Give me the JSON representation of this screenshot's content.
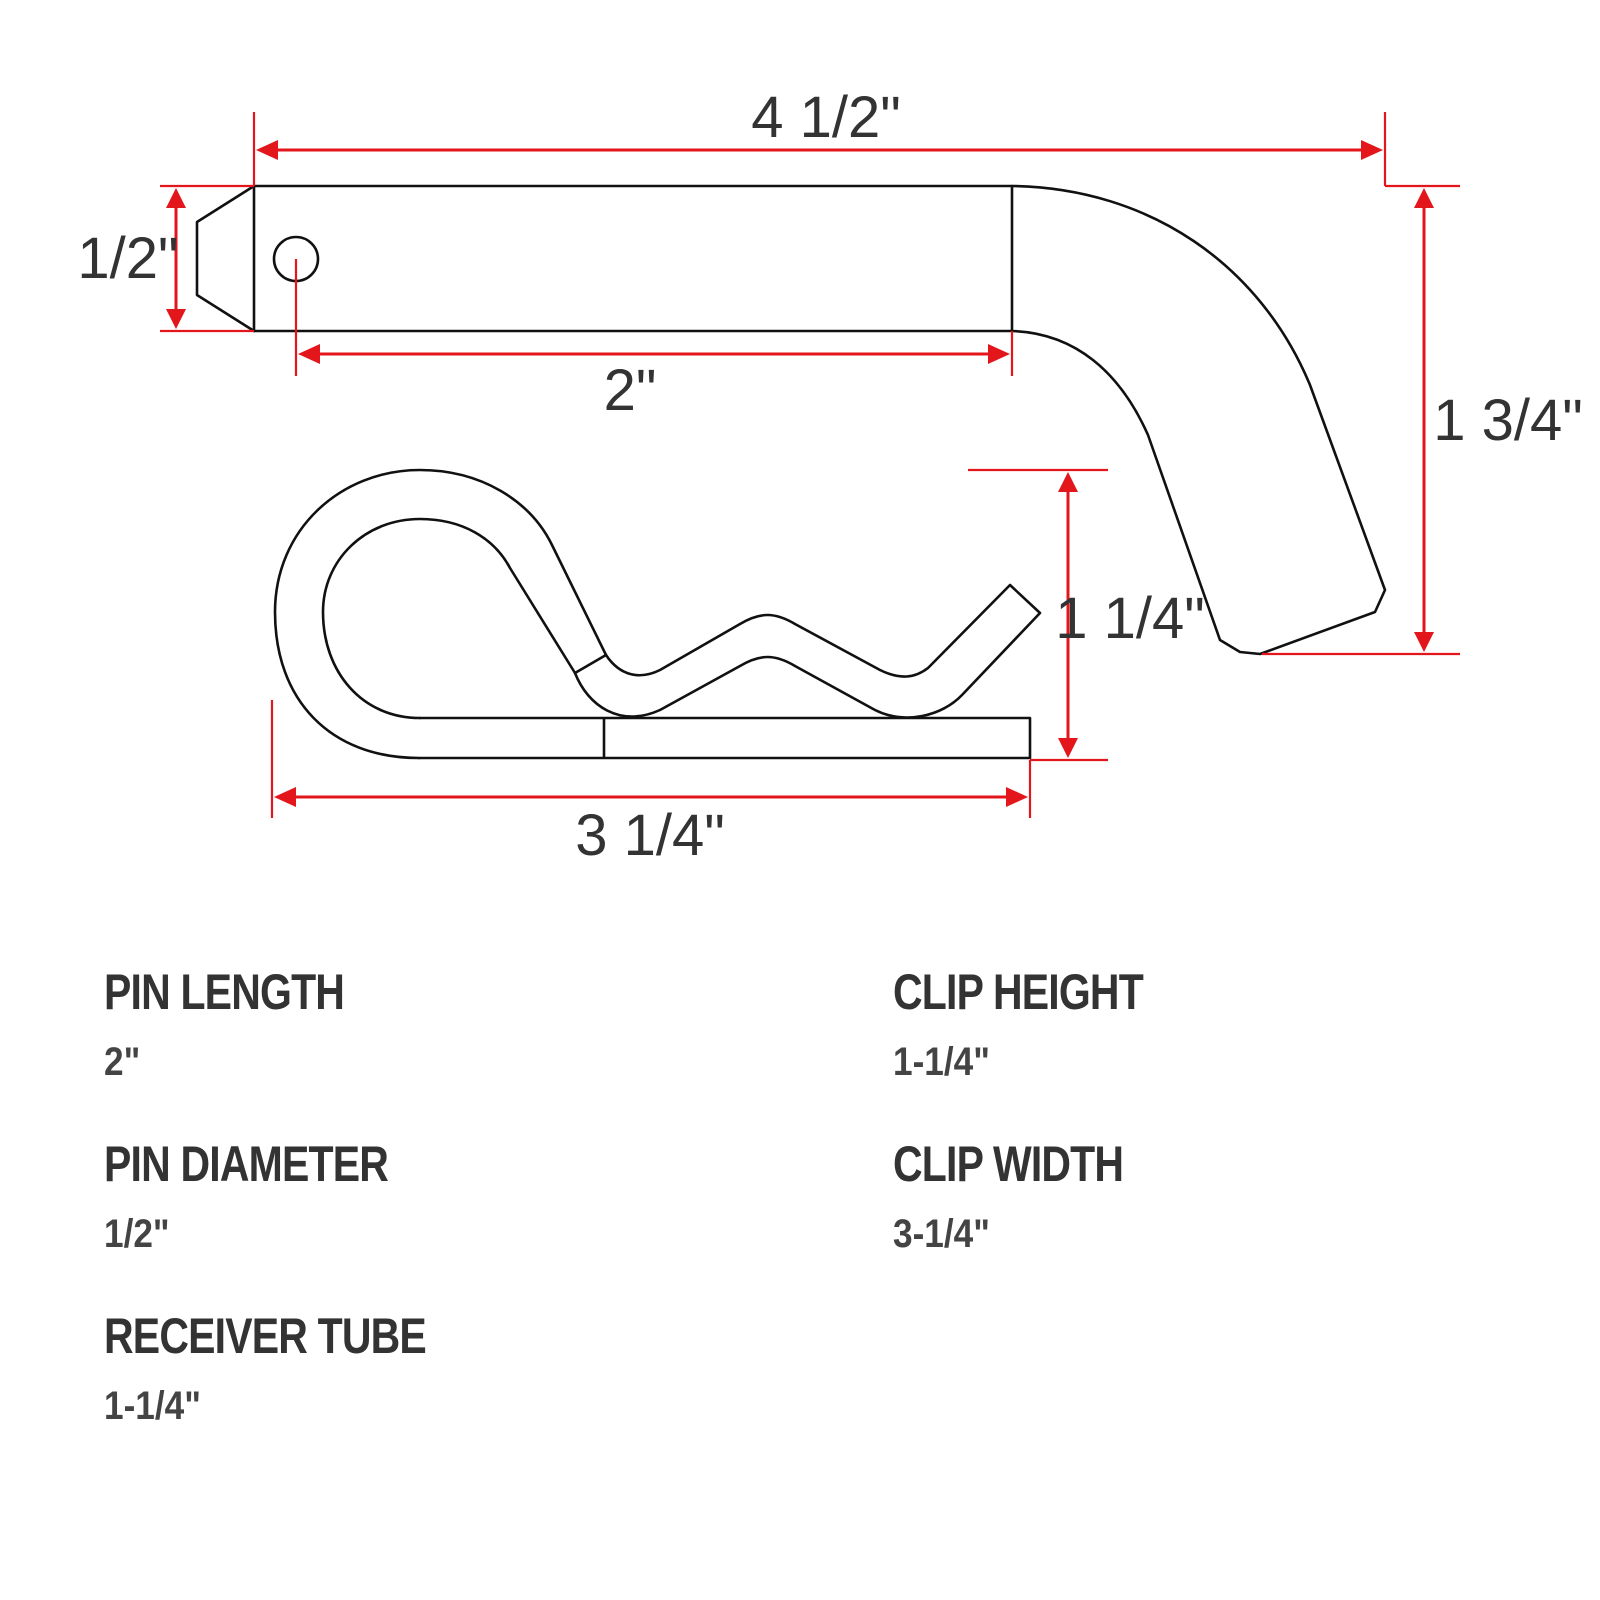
{
  "diagram": {
    "dimensions": {
      "overall_length": "4 1/2\"",
      "pin_diameter": "1/2\"",
      "pin_length": "2\"",
      "handle_height": "1 3/4\"",
      "clip_height": "1 1/4\"",
      "clip_width": "3 1/4\""
    }
  },
  "specs": {
    "pin_length": {
      "label": "PIN LENGTH",
      "value": "2\""
    },
    "pin_diameter": {
      "label": "PIN DIAMETER",
      "value": "1/2\""
    },
    "receiver_tube": {
      "label": "RECEIVER TUBE",
      "value": "1-1/4\""
    },
    "clip_height": {
      "label": "CLIP HEIGHT",
      "value": "1-1/4\""
    },
    "clip_width": {
      "label": "CLIP WIDTH",
      "value": "3-1/4\""
    }
  },
  "colors": {
    "dimension_line": "#e3161b",
    "outline": "#111111",
    "text": "#333333"
  }
}
